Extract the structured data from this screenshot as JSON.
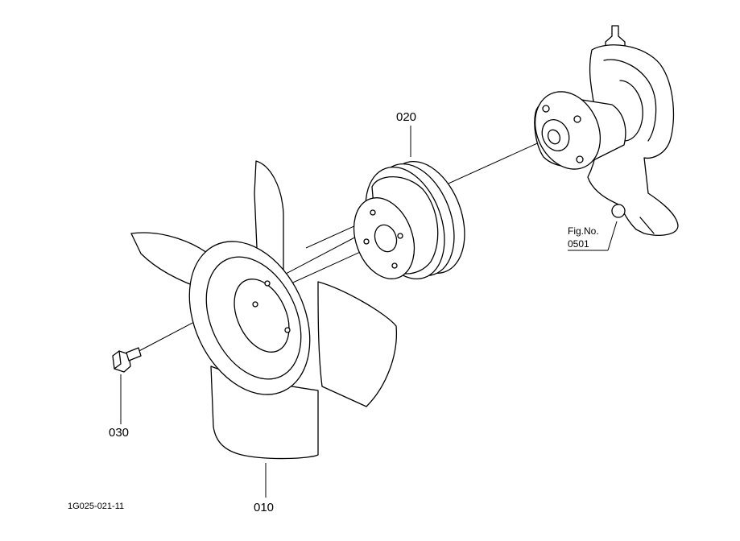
{
  "parts": {
    "fan": {
      "number": "010"
    },
    "pulley": {
      "number": "020"
    },
    "bolt": {
      "number": "030"
    }
  },
  "reference": {
    "fig_label": "Fig.No.",
    "fig_number": "0501"
  },
  "drawing_id": "1G025-021-11",
  "icons": [
    "fan-icon",
    "pulley-icon",
    "bolt-icon",
    "water-pump-icon"
  ]
}
